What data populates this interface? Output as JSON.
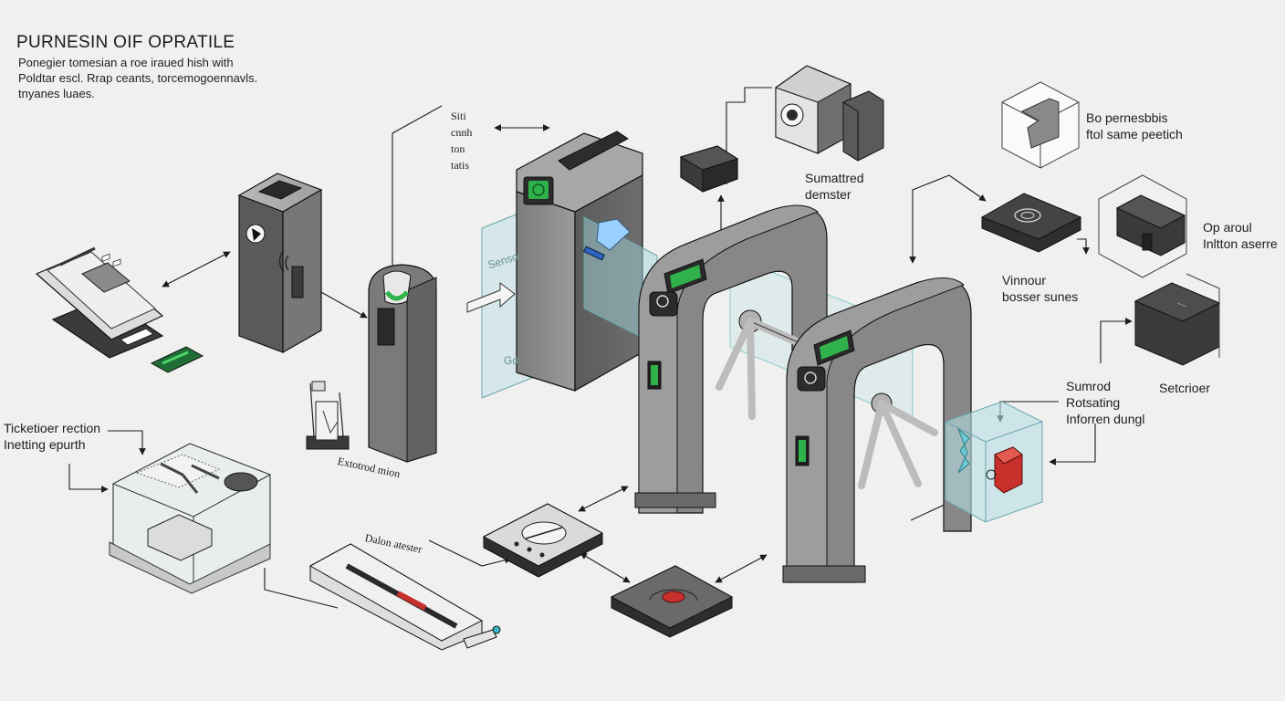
{
  "header": {
    "title": "PURNESIN OIF OPRATILE",
    "subtitle_lines": [
      "Ponegier tomesian a roe iraued hish with",
      "Poldtar escl. Rrap ceants, torcemogoennavls.",
      "tnyanes luaes."
    ]
  },
  "labels": {
    "sensor_note": [
      "Siti",
      "cnnh",
      "ton",
      "tatis"
    ],
    "glass_top": "Sensor",
    "glass_bottom": "Gd",
    "surveillance": [
      "Sumattred",
      "demster"
    ],
    "top_right": [
      "Bo pernesbbis",
      "ftol same peetich"
    ],
    "right_mid": [
      "Op aroul",
      "Inltton aserre"
    ],
    "vinnour": [
      "Vinnour",
      "bosser sunes"
    ],
    "setcrioer": "Setcrioer",
    "sumrod": [
      "Sumrod",
      "Rotsating",
      "Inforren dungl"
    ],
    "ticket": [
      "Ticketioer rection",
      "Inetting epurth"
    ],
    "extended": "Extotrod mion",
    "dalon": "Dalon atester"
  },
  "colors": {
    "background": "#f0f0ef",
    "body_gray": "#8d8d8d",
    "dark_gray": "#3a3a3a",
    "accent_green": "#2fb24a",
    "glass_blue": "#9fd4dc",
    "warning_red": "#c8302c",
    "line": "#1b1b1b"
  },
  "icons": [
    "payment-terminal-icon",
    "card-reader-tower-icon",
    "ticket-kiosk-icon",
    "security-camera-icon",
    "tripod-turnstile-icon",
    "control-module-icon",
    "floor-pad-icon",
    "ticket-tray-icon"
  ]
}
